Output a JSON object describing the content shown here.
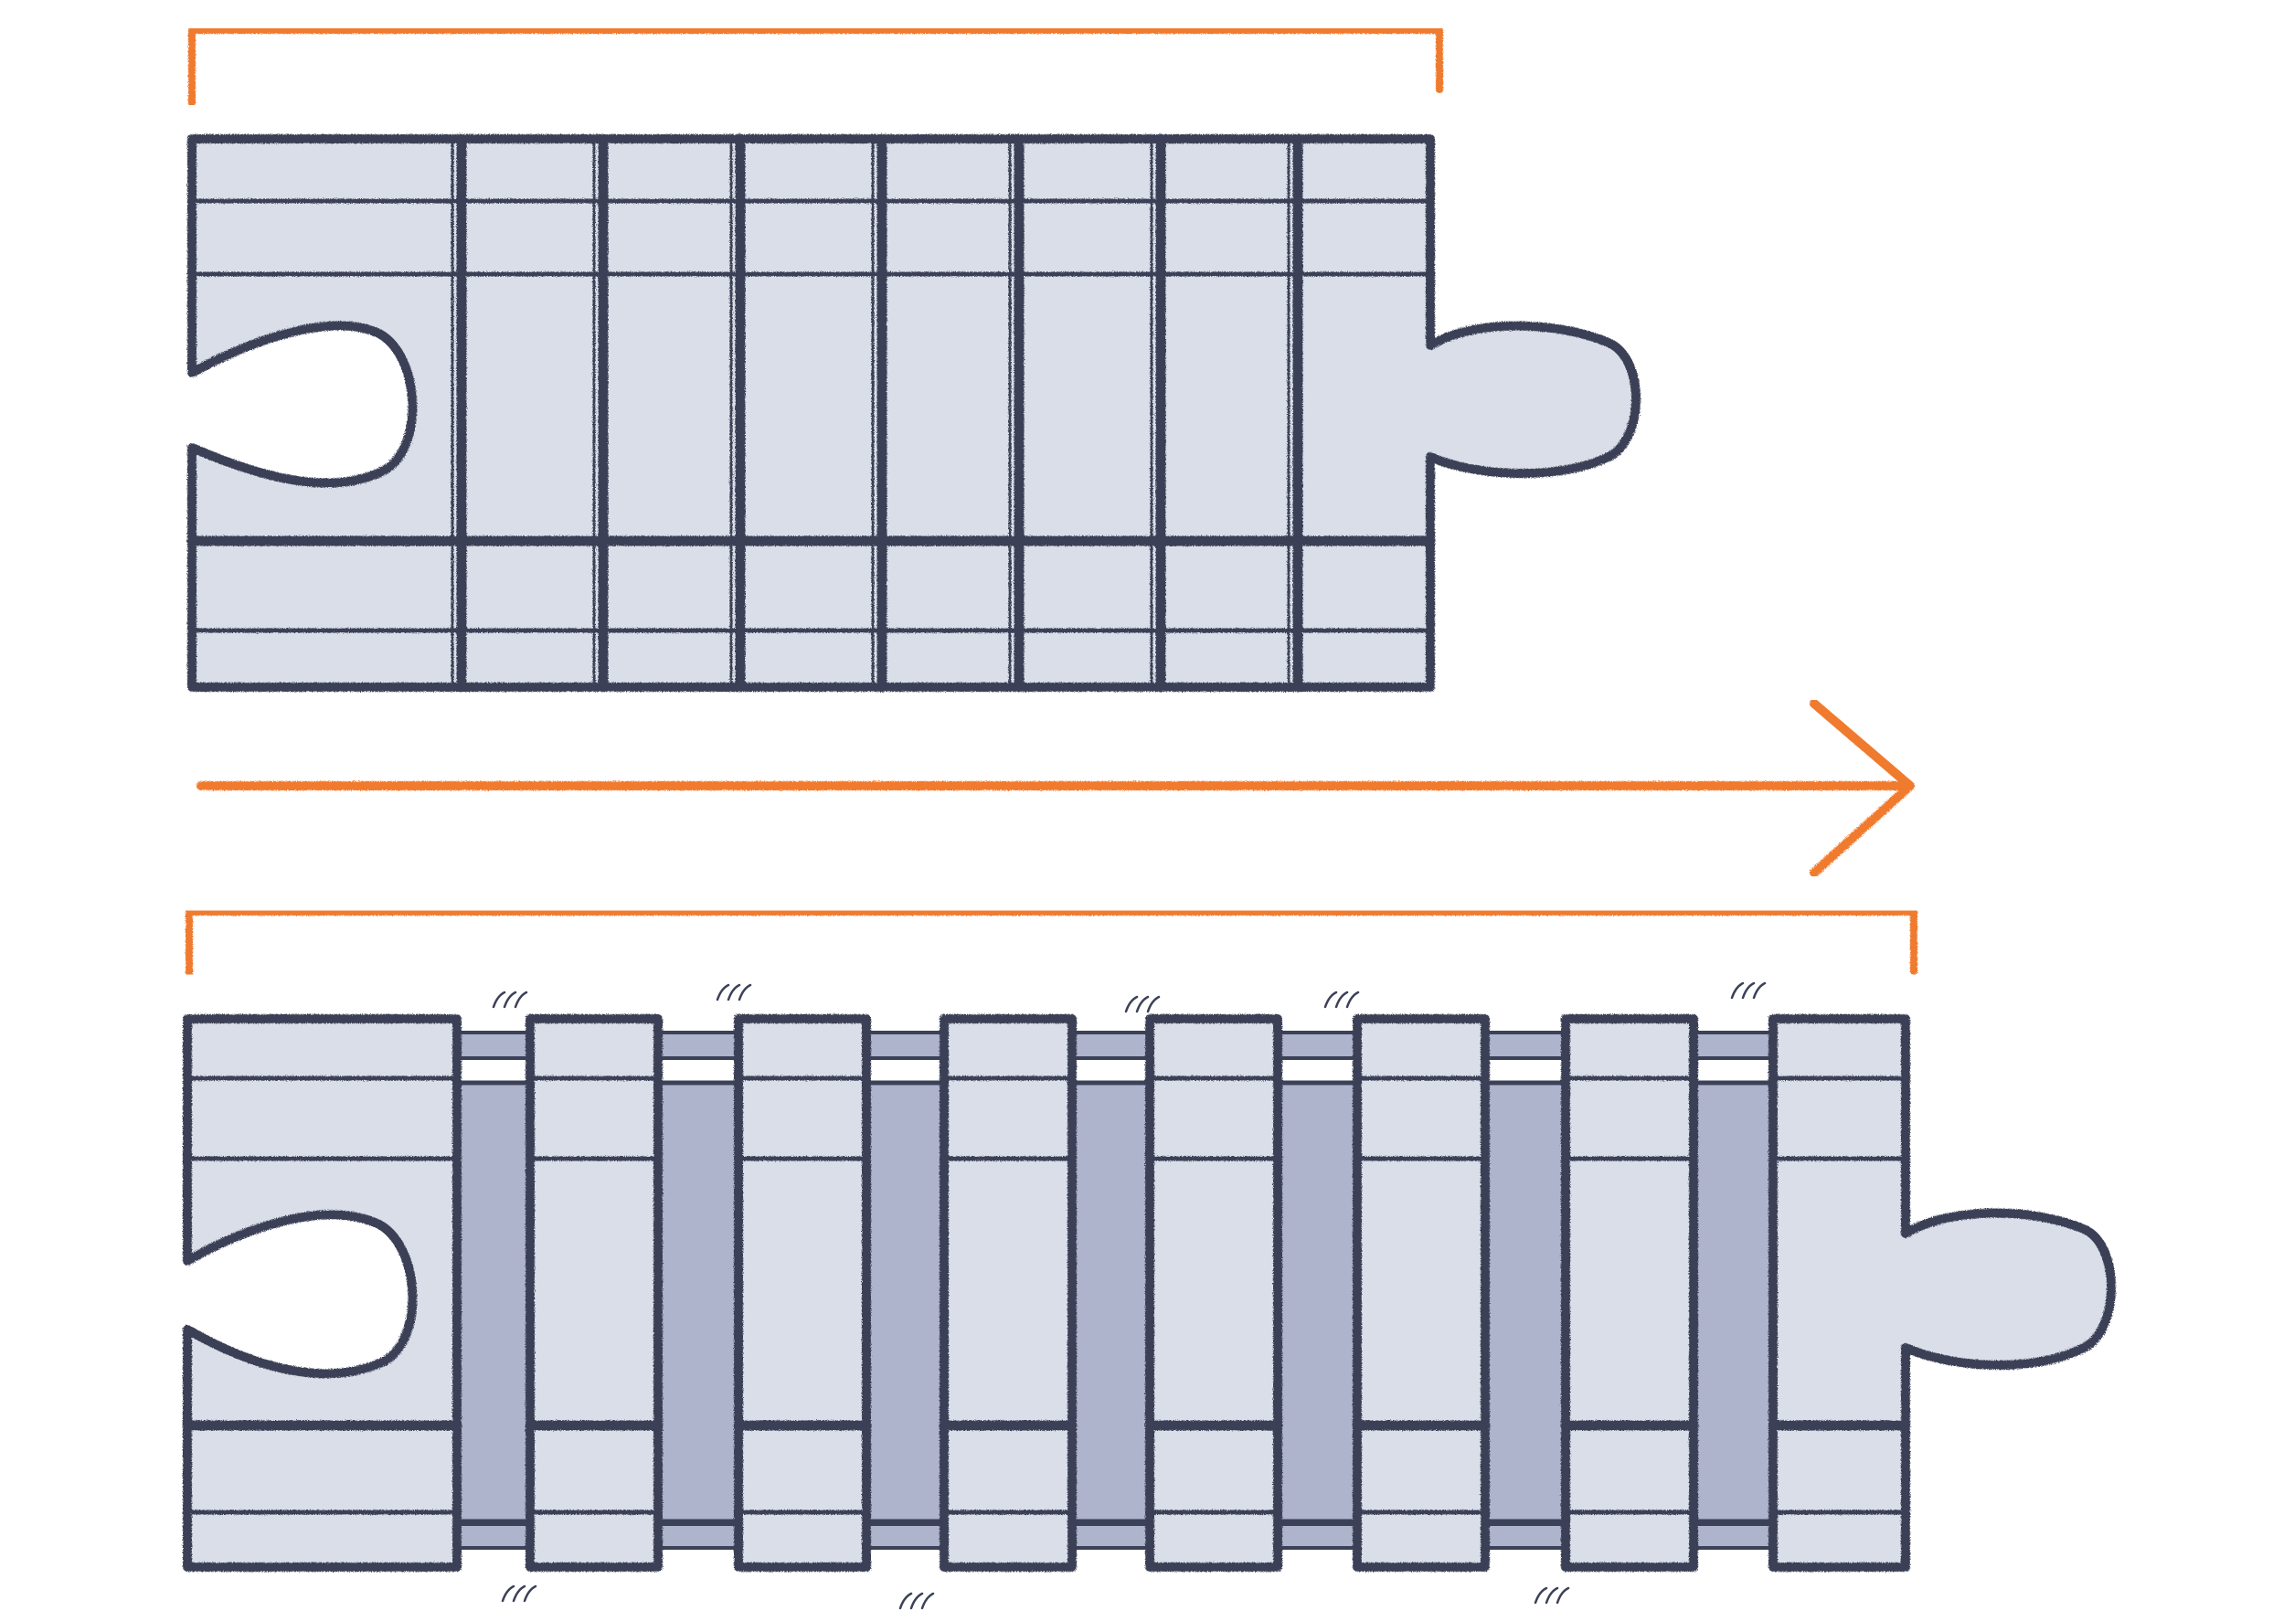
{
  "colors": {
    "stroke": "#3b4157",
    "fill": "#d9dee8",
    "gap_fill": "#aeb4cc",
    "accent": "#f07a2f",
    "background": "#ffffff"
  },
  "diagram": {
    "pieces": [
      {
        "state": "compact",
        "segments": 8,
        "has_gaps": false
      },
      {
        "state": "extended",
        "segments": 8,
        "has_gaps": true
      }
    ],
    "length_brackets": 2,
    "direction_arrow": "right"
  }
}
